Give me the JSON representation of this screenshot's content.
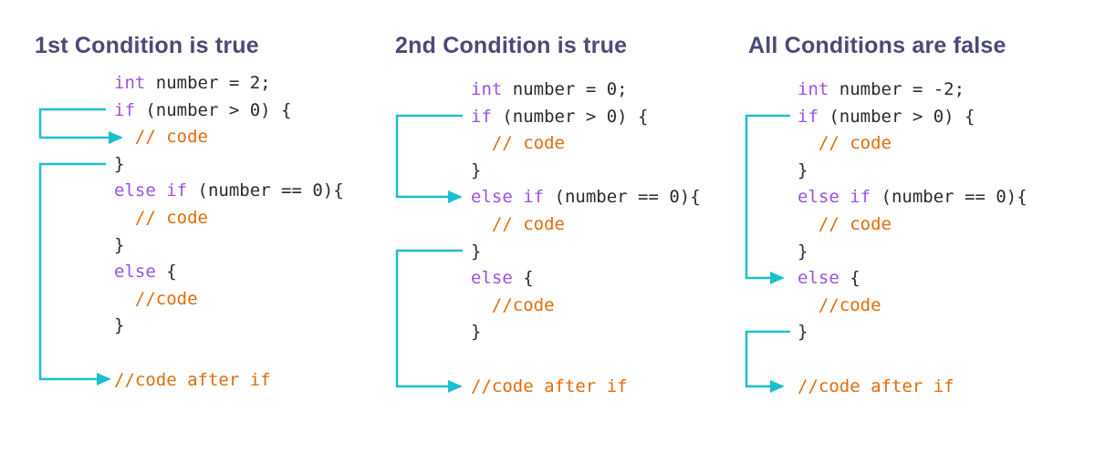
{
  "colors": {
    "title": "#4b4a78",
    "keyword": "#9d52e3",
    "comment": "#e06d0c",
    "plain": "#2b2b2b",
    "arrow": "#1bbfce"
  },
  "panels": [
    {
      "title": "1st Condition is true",
      "lines": [
        [
          [
            "kw",
            "int"
          ],
          [
            "pl",
            " number = 2;"
          ]
        ],
        [
          [
            "kw",
            "if"
          ],
          [
            "pl",
            " (number > 0) {"
          ]
        ],
        [
          [
            "pl",
            "  "
          ],
          [
            "cm",
            "// code"
          ]
        ],
        [
          [
            "pl",
            "}"
          ]
        ],
        [
          [
            "kw",
            "else if"
          ],
          [
            "pl",
            " (number == 0){"
          ]
        ],
        [
          [
            "pl",
            "  "
          ],
          [
            "cm",
            "// code"
          ]
        ],
        [
          [
            "pl",
            "}"
          ]
        ],
        [
          [
            "kw",
            "else"
          ],
          [
            "pl",
            " {"
          ]
        ],
        [
          [
            "pl",
            "  "
          ],
          [
            "cm",
            "//code"
          ]
        ],
        [
          [
            "pl",
            "}"
          ]
        ],
        [],
        [
          [
            "cm",
            "//code after if"
          ]
        ]
      ]
    },
    {
      "title": "2nd Condition is true",
      "lines": [
        [
          [
            "kw",
            "int"
          ],
          [
            "pl",
            " number = 0;"
          ]
        ],
        [
          [
            "kw",
            "if"
          ],
          [
            "pl",
            " (number > 0) {"
          ]
        ],
        [
          [
            "pl",
            "  "
          ],
          [
            "cm",
            "// code"
          ]
        ],
        [
          [
            "pl",
            "}"
          ]
        ],
        [
          [
            "kw",
            "else if"
          ],
          [
            "pl",
            " (number == 0){"
          ]
        ],
        [
          [
            "pl",
            "  "
          ],
          [
            "cm",
            "// code"
          ]
        ],
        [
          [
            "pl",
            "}"
          ]
        ],
        [
          [
            "kw",
            "else"
          ],
          [
            "pl",
            " {"
          ]
        ],
        [
          [
            "pl",
            "  "
          ],
          [
            "cm",
            "//code"
          ]
        ],
        [
          [
            "pl",
            "}"
          ]
        ],
        [],
        [
          [
            "cm",
            "//code after if"
          ]
        ]
      ]
    },
    {
      "title": "All Conditions are false",
      "lines": [
        [
          [
            "kw",
            "int"
          ],
          [
            "pl",
            " number = -2;"
          ]
        ],
        [
          [
            "kw",
            "if"
          ],
          [
            "pl",
            " (number > 0) {"
          ]
        ],
        [
          [
            "pl",
            "  "
          ],
          [
            "cm",
            "// code"
          ]
        ],
        [
          [
            "pl",
            "}"
          ]
        ],
        [
          [
            "kw",
            "else if"
          ],
          [
            "pl",
            " (number == 0){"
          ]
        ],
        [
          [
            "pl",
            "  "
          ],
          [
            "cm",
            "// code"
          ]
        ],
        [
          [
            "pl",
            "}"
          ]
        ],
        [
          [
            "kw",
            "else"
          ],
          [
            "pl",
            " {"
          ]
        ],
        [
          [
            "pl",
            "  "
          ],
          [
            "cm",
            "//code"
          ]
        ],
        [
          [
            "pl",
            "}"
          ]
        ],
        [],
        [
          [
            "cm",
            "//code after if"
          ]
        ]
      ]
    }
  ]
}
